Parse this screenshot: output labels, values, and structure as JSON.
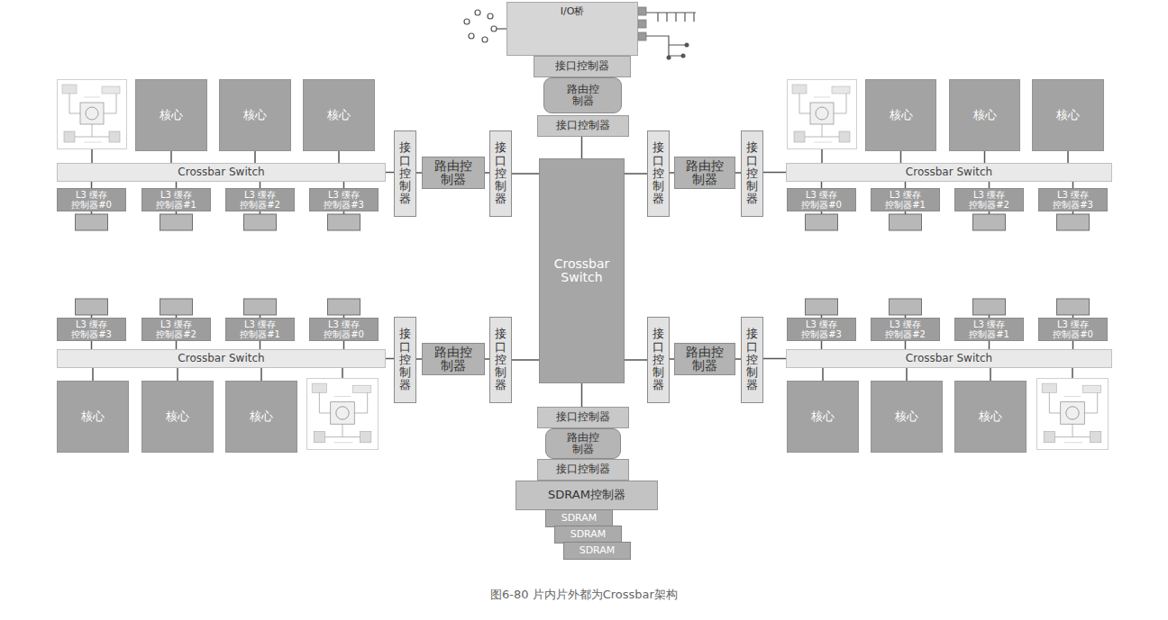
{
  "diagram": {
    "caption": "图6-80 片内片外都为Crossbar架构",
    "nodes": [
      {
        "text": [
          "I/O桥"
        ]
      },
      {
        "text": [
          "接口控制器"
        ]
      },
      {
        "text": [
          "路由控制器"
        ]
      },
      {
        "text": [
          "接口控制器"
        ]
      },
      {
        "text": [
          "核心"
        ]
      },
      {
        "text": [
          "核心"
        ]
      },
      {
        "text": [
          "核心"
        ]
      },
      {
        "text": [
          "Crossbar Switch"
        ]
      },
      {
        "text": [
          "L3 缓存 控制器#0"
        ]
      },
      {
        "text": [
          "L3 缓存 控制器#1"
        ]
      },
      {
        "text": [
          "L3 缓存 控制器#2"
        ]
      },
      {
        "text": [
          "L3 缓存 控制器#3"
        ]
      },
      {
        "text": [
          "接口控制器"
        ]
      },
      {
        "text": [
          "路由控制器"
        ]
      },
      {
        "text": [
          "接口控制器"
        ]
      },
      {
        "text": [
          "Crossbar Switch"
        ]
      },
      {
        "text": [
          "接口控制器"
        ]
      },
      {
        "text": [
          "路由控制器"
        ]
      },
      {
        "text": [
          "接口控制器"
        ]
      },
      {
        "text": [
          "核心"
        ]
      },
      {
        "text": [
          "核心"
        ]
      },
      {
        "text": [
          "核心"
        ]
      },
      {
        "text": [
          "Crossbar Switch"
        ]
      },
      {
        "text": [
          "L3 缓存 控制器#0"
        ]
      },
      {
        "text": [
          "L3 缓存 控制器#1"
        ]
      },
      {
        "text": [
          "L3 缓存 控制器#2"
        ]
      },
      {
        "text": [
          "L3 缓存 控制器#3"
        ]
      },
      {
        "text": [
          "L3 缓存 控制器#3"
        ]
      },
      {
        "text": [
          "L3 缓存 控制器#2"
        ]
      },
      {
        "text": [
          "L3 缓存 控制器#1"
        ]
      },
      {
        "text": [
          "L3 缓存 控制器#0"
        ]
      },
      {
        "text": [
          "Crossbar Switch"
        ]
      },
      {
        "text": [
          "核心"
        ]
      },
      {
        "text": [
          "核心"
        ]
      },
      {
        "text": [
          "核心"
        ]
      },
      {
        "text": [
          "接口控制器"
        ]
      },
      {
        "text": [
          "路由控制器"
        ]
      },
      {
        "text": [
          "接口控制器"
        ]
      },
      {
        "text": [
          "接口控制器"
        ]
      },
      {
        "text": [
          "路由控制器"
        ]
      },
      {
        "text": [
          "接口控制器"
        ]
      },
      {
        "text": [
          "L3 缓存 控制器#3"
        ]
      },
      {
        "text": [
          "L3 缓存 控制器#2"
        ]
      },
      {
        "text": [
          "L3 缓存 控制器#1"
        ]
      },
      {
        "text": [
          "L3 缓存 控制器#0"
        ]
      },
      {
        "text": [
          "Crossbar Switch"
        ]
      },
      {
        "text": [
          "核心"
        ]
      },
      {
        "text": [
          "核心"
        ]
      },
      {
        "text": [
          "核心"
        ]
      },
      {
        "text": [
          "接口控制器"
        ]
      },
      {
        "text": [
          "路由控制器"
        ]
      },
      {
        "text": [
          "接口控制器"
        ]
      },
      {
        "text": [
          "SDRAM控制器"
        ]
      },
      {
        "text": [
          "SDRAM"
        ]
      },
      {
        "text": [
          "SDRAM"
        ]
      },
      {
        "text": [
          "SDRAM"
        ]
      }
    ],
    "edges": [
      {
        "from": 4,
        "to": 7,
        "arrow": "none"
      },
      {
        "from": 5,
        "to": 7,
        "arrow": "none"
      },
      {
        "from": 6,
        "to": 7,
        "arrow": "none"
      },
      {
        "from": 7,
        "to": 8,
        "arrow": "none"
      },
      {
        "from": 7,
        "to": 9,
        "arrow": "none"
      },
      {
        "from": 7,
        "to": 10,
        "arrow": "none"
      },
      {
        "from": 7,
        "to": 11,
        "arrow": "none"
      },
      {
        "from": 7,
        "to": 12,
        "arrow": "none"
      },
      {
        "from": 12,
        "to": 13,
        "arrow": "none"
      },
      {
        "from": 13,
        "to": 14,
        "arrow": "none"
      },
      {
        "from": 14,
        "to": 15,
        "arrow": "none"
      },
      {
        "from": 15,
        "to": 3,
        "arrow": "none"
      },
      {
        "from": 15,
        "to": 16,
        "arrow": "none"
      },
      {
        "from": 16,
        "to": 17,
        "arrow": "none"
      },
      {
        "from": 17,
        "to": 18,
        "arrow": "none"
      },
      {
        "from": 18,
        "to": 22,
        "arrow": "none"
      },
      {
        "from": 19,
        "to": 22,
        "arrow": "none"
      },
      {
        "from": 20,
        "to": 22,
        "arrow": "none"
      },
      {
        "from": 21,
        "to": 22,
        "arrow": "none"
      },
      {
        "from": 22,
        "to": 23,
        "arrow": "none"
      },
      {
        "from": 22,
        "to": 24,
        "arrow": "none"
      },
      {
        "from": 22,
        "to": 25,
        "arrow": "none"
      },
      {
        "from": 22,
        "to": 26,
        "arrow": "none"
      },
      {
        "from": 27,
        "to": 31,
        "arrow": "none"
      },
      {
        "from": 28,
        "to": 31,
        "arrow": "none"
      },
      {
        "from": 29,
        "to": 31,
        "arrow": "none"
      },
      {
        "from": 30,
        "to": 31,
        "arrow": "none"
      },
      {
        "from": 31,
        "to": 32,
        "arrow": "none"
      },
      {
        "from": 31,
        "to": 33,
        "arrow": "none"
      },
      {
        "from": 31,
        "to": 34,
        "arrow": "none"
      },
      {
        "from": 31,
        "to": 35,
        "arrow": "none"
      },
      {
        "from": 35,
        "to": 36,
        "arrow": "none"
      },
      {
        "from": 36,
        "to": 37,
        "arrow": "none"
      },
      {
        "from": 37,
        "to": 15,
        "arrow": "none"
      },
      {
        "from": 15,
        "to": 38,
        "arrow": "none"
      },
      {
        "from": 38,
        "to": 39,
        "arrow": "none"
      },
      {
        "from": 39,
        "to": 40,
        "arrow": "none"
      },
      {
        "from": 40,
        "to": 45,
        "arrow": "none"
      },
      {
        "from": 41,
        "to": 45,
        "arrow": "none"
      },
      {
        "from": 42,
        "to": 45,
        "arrow": "none"
      },
      {
        "from": 43,
        "to": 45,
        "arrow": "none"
      },
      {
        "from": 44,
        "to": 45,
        "arrow": "none"
      },
      {
        "from": 45,
        "to": 46,
        "arrow": "none"
      },
      {
        "from": 45,
        "to": 47,
        "arrow": "none"
      },
      {
        "from": 45,
        "to": 48,
        "arrow": "none"
      },
      {
        "from": 15,
        "to": 49,
        "arrow": "none"
      }
    ]
  }
}
